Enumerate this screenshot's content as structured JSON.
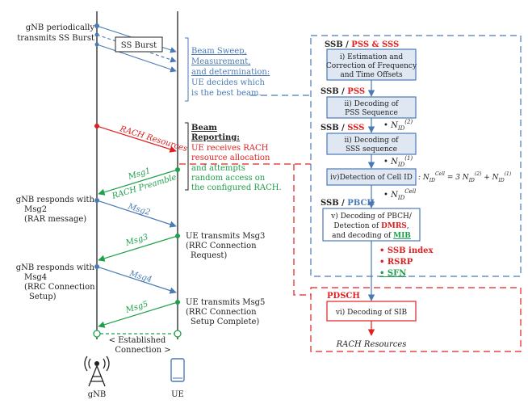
{
  "colors": {
    "blue": "#4a7ab5",
    "red": "#e02020",
    "green": "#1ea04a",
    "box_fill": "#dfe7f2",
    "dark": "#222222"
  },
  "entities": {
    "gnb_label": "gNB",
    "ue_label": "UE",
    "gnb_icon": "antenna-tower-icon",
    "ue_icon": "smartphone-icon"
  },
  "left_notes": {
    "ss_burst_1": "gNB periodically",
    "ss_burst_2": "transmits SS Burst",
    "ss_burst_box": "SS Burst",
    "beam_1": "Beam Sweep,",
    "beam_2": "Measurement,",
    "beam_3": "and determination:",
    "beam_4": "UE decides which",
    "beam_5": "is the best beam.",
    "rach_resources": "RACH Resources",
    "report_1": "Beam",
    "report_2": "Reporting:",
    "report_3": "UE receives RACH",
    "report_4": "resource allocation",
    "report_5": "and attempts",
    "report_6": "random access on",
    "report_7": "the configured RACH."
  },
  "messages": {
    "msg1": "Msg1",
    "msg1_sub": "RACH  Preamble",
    "msg2": "Msg2",
    "msg3": "Msg3",
    "msg4": "Msg4",
    "msg5": "Msg5",
    "gnb_msg2_1": "gNB responds with",
    "gnb_msg2_2": "Msg2",
    "gnb_msg2_3": "(RAR message)",
    "ue_msg3_1": "UE transmits Msg3",
    "ue_msg3_2": "(RRC Connection",
    "ue_msg3_3": "Request)",
    "gnb_msg4_1": "gNB responds with",
    "gnb_msg4_2": "Msg4",
    "gnb_msg4_3": "(RRC Connection",
    "gnb_msg4_4": "Setup)",
    "ue_msg5_1": "UE transmits Msg5",
    "ue_msg5_2": "(RRC Connection",
    "ue_msg5_3": "Setup Complete)",
    "established_1": "< Established",
    "established_2": "Connection >"
  },
  "flow": {
    "ssb1": "SSB / ",
    "ssb1_red": "PSS & SSS",
    "box1_1": "i) Estimation and",
    "box1_2": "Correction of Frequency",
    "box1_3": "and Time Offsets",
    "ssb2": "SSB / ",
    "ssb2_red": "PSS",
    "box2_1": "ii) Decoding of",
    "box2_2": "PSS Sequence",
    "n2": "N",
    "n2_sub": "ID",
    "n2_sup": "(2)",
    "ssb3": "SSB / ",
    "ssb3_red": "SSS",
    "box3_1": "ii) Decoding of",
    "box3_2": "SSS sequence",
    "n1_sup": "(1)",
    "box4": "iv)Detection of Cell ID",
    "cell_eq": ": N",
    "cell_sup": "Cell",
    "eq_rest": " = 3 N",
    "eq_plus": " + N",
    "ssb4": "SSB / ",
    "ssb4_blue": "PBCH",
    "box5_1": "v) Decoding of PBCH/",
    "box5_2a": "Detection of ",
    "box5_2b": "DMRS",
    "box5_2c": ",",
    "box5_3a": "and decoding of ",
    "box5_3b": "MIB",
    "bullet_1": "SSB index",
    "bullet_2": "RSRP",
    "bullet_3": "SFN",
    "pdsch": "PDSCH",
    "box6": "vi) Decoding of SIB",
    "rach_out": "RACH Resources"
  }
}
